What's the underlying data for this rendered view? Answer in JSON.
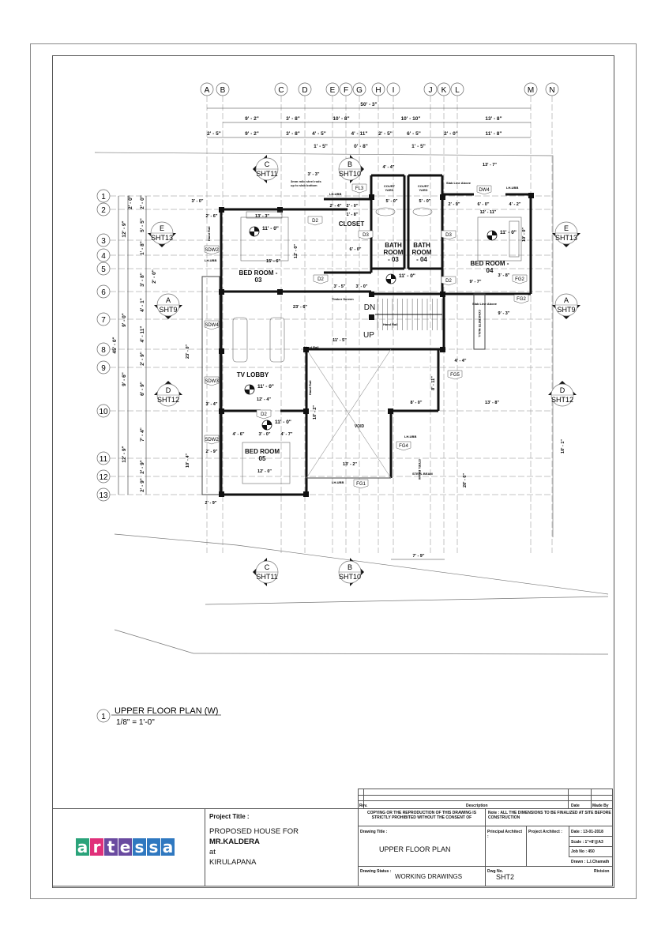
{
  "plan_title": {
    "number": "1",
    "title": "UPPER FLOOR PLAN (W)",
    "scale": "1/8\" = 1'-0\""
  },
  "grid": {
    "columns": [
      "A",
      "B",
      "C",
      "D",
      "E",
      "F",
      "G",
      "H",
      "I",
      "J",
      "K",
      "L",
      "M",
      "N"
    ],
    "rows": [
      "1",
      "2",
      "3",
      "4",
      "5",
      "6",
      "7",
      "8",
      "9",
      "10",
      "11",
      "12",
      "13"
    ]
  },
  "top_dims": {
    "overall": "50' - 3\"",
    "row2": [
      "9' - 2\"",
      "3' - 8\"",
      "10' - 8\"",
      "10' - 10\"",
      "13' - 8\""
    ],
    "row3": [
      "2' - 5\"",
      "9' - 2\"",
      "3' - 8\"",
      "4' - 5\"",
      "4' - 11\"",
      "2' - 5\"",
      "6' - 5\"",
      "2' - 0\"",
      "11' - 8\""
    ],
    "row3_sub": [
      "1' - 5\"",
      "0' - 8\"",
      "1' - 5\""
    ]
  },
  "left_dims": {
    "overall": "45' - 0\"",
    "outer": [
      "12' - 9\"",
      "9' - 0\"",
      "9' - 6\"",
      "12' - 9\""
    ],
    "inner": [
      "2' - 0\"",
      "2' - 0\"",
      "5' - 5\"",
      "1' - 8\"",
      "3' - 8\"",
      "4' - 1\"",
      "4' - 11\"",
      "2' - 9\"",
      "6' - 9\"",
      "7' - 4\"",
      "2' - 9\"",
      "2' - 9\""
    ],
    "sub": "2' - 0\""
  },
  "sections": [
    {
      "letter": "C",
      "sheet": "SHT11"
    },
    {
      "letter": "B",
      "sheet": "SHT10"
    },
    {
      "letter": "E",
      "sheet": "SHT13"
    },
    {
      "letter": "E",
      "sheet": "SHT13"
    },
    {
      "letter": "A",
      "sheet": "SHT9"
    },
    {
      "letter": "A",
      "sheet": "SHT9"
    },
    {
      "letter": "D",
      "sheet": "SHT12"
    },
    {
      "letter": "D",
      "sheet": "SHT12"
    },
    {
      "letter": "C",
      "sheet": "SHT11"
    },
    {
      "letter": "B",
      "sheet": "SHT10"
    }
  ],
  "rooms": {
    "bed03": [
      "BED ROOM -",
      "03"
    ],
    "closet": "CLOSET",
    "bath03": [
      "BATH",
      "ROOM",
      "- 03"
    ],
    "bath04": [
      "BATH",
      "ROOM",
      "- 04"
    ],
    "bed04": [
      "BED ROOM -",
      "04"
    ],
    "tv_lobby": "TV LOBBY",
    "bed05": [
      "BED ROOM",
      "05"
    ],
    "void": "VOID",
    "court1": [
      "COURT",
      "YARD"
    ],
    "court2": [
      "COURT",
      "YARD"
    ],
    "dn": "DN",
    "up": "UP"
  },
  "tags": [
    "D2",
    "D2",
    "D3",
    "D3",
    "D2",
    "D2",
    "DW4",
    "FL3",
    "SDW2",
    "SDW4",
    "SDW3",
    "SDW2",
    "FG2",
    "FG2",
    "FG5",
    "FG4",
    "FG1"
  ],
  "notes": [
    "3mm mild steel rods up to slab bottom",
    "Timber Screen",
    "Hand Rail",
    "Hand Rail",
    "Hand Rail",
    "Hand Rail",
    "Slab Line Above",
    "Slab Line Above",
    "LH-UBB",
    "LH-UBB",
    "LH-UBB",
    "LH-UBB",
    "LH-UBB",
    "STEEL BEAM",
    "STEEL BEAM",
    "CONCRETE WALL"
  ],
  "level_dims": [
    "11' - 0\"",
    "11' - 0\"",
    "11' - 0\"",
    "11' - 0\"",
    "11' - 0\""
  ],
  "room_dims": [
    "13' - 3\"",
    "15' - 6\"",
    "12' - 0\"",
    "3' - 3\"",
    "2' - 4\"",
    "2' - 0\"",
    "1' - 8\"",
    "6' - 0\"",
    "5' - 0\"",
    "5' - 0\"",
    "4' - 4\"",
    "13' - 7\"",
    "2' - 9\"",
    "6' - 0\"",
    "4' - 2\"",
    "12' - 11\"",
    "10' - 0\"",
    "9' - 7\"",
    "3' - 8\"",
    "23' - 6\"",
    "11' - 5\"",
    "9' - 3\"",
    "4' - 4\"",
    "12' - 4\"",
    "4' - 6\"",
    "3' - 0\"",
    "4' - 7\"",
    "12' - 0\"",
    "13' - 2\"",
    "8' - 0\"",
    "13' - 8\"",
    "7' - 9\"",
    "10' - 1\"",
    "3' - 0\"",
    "2' - 6\"",
    "3' - 4\"",
    "2' - 9\"",
    "2' - 9\"",
    "23' - 0\"",
    "10' - 4\"",
    "3' - 5\"",
    "3' - 0\"",
    "8' - 11\"",
    "10' - 2\"",
    "20' - 6\""
  ],
  "title_block": {
    "logo_text": "artessa",
    "logo_colors": [
      "#2aa37a",
      "#e0307a",
      "#6a4aa0",
      "#6a4aa0",
      "#2f78c0",
      "#2f78c0",
      "#2f78c0",
      "#23a3a3"
    ],
    "project_title_label": "Project Title :",
    "project_line1": "PROPOSED HOUSE FOR",
    "project_line2": "MR.KALDERA",
    "project_line3": "at",
    "project_line4": "KIRULAPANA",
    "rev_label": "Rev.",
    "description_label": "Description",
    "date_label": "Date",
    "made_by_label": "Made By",
    "copyright": "COPYING OR THE REPRODUCTION OF THIS DRAWING IS STRICTLY PROHIBITED WITHOUT THE CONSENT OF",
    "note": "Note :  ALL THE DIMENSIONS TO BE FINALIZED AT SITE BEFORE CONSTRUCTION",
    "drawing_title_label": "Drawing Title :",
    "drawing_title": "UPPER FLOOR PLAN",
    "principal_architect_label": "Principal Architect :",
    "project_architect_label": "Project Architect :",
    "date": "Date : 13-01-2018",
    "scale": "Scale : 1\"=8'@A3",
    "job_no": "Job No :  450",
    "drawn": "Drawn : L.I.Chamath",
    "drawing_status_label": "Drawing Status :",
    "drawing_status": "WORKING DRAWINGS",
    "dwg_no_label": "Dwg No.",
    "dwg_no": "SHT2",
    "revision_label": "Rivision"
  }
}
